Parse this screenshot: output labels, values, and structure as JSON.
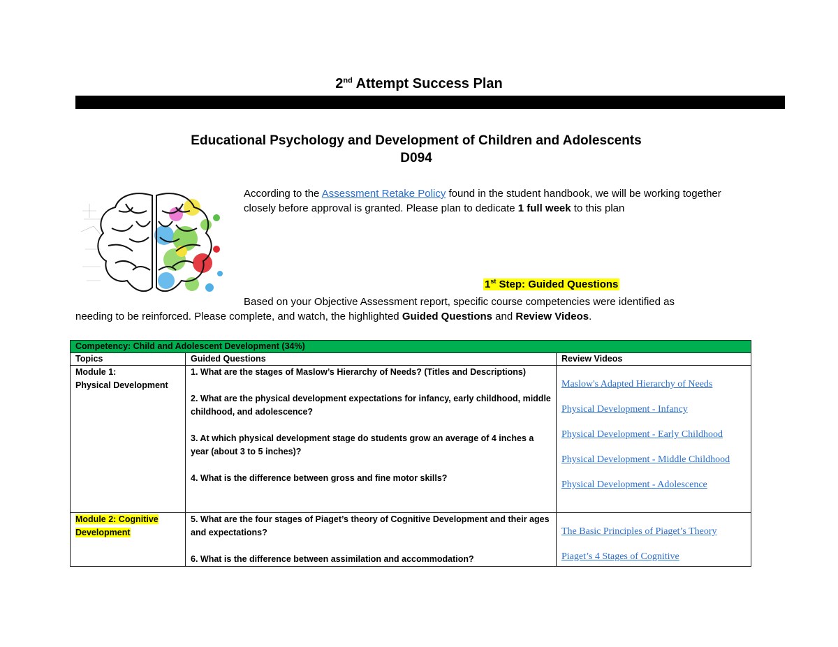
{
  "header": {
    "title_number": "2",
    "title_sup": "nd",
    "title_rest": " Attempt Success Plan",
    "course_name": "Educational Psychology and Development of Children and Adolescents",
    "course_code": "D094"
  },
  "image": {
    "alt": "Illustration of brain: left half line drawing with sketches, right half colorful paint splashes"
  },
  "intro": {
    "text_before_link": "According to the ",
    "link_text": "Assessment Retake Policy",
    "text_after_link": " found in the student handbook, we will be working together closely before approval is granted. Please plan to dedicate ",
    "bold_text": "1 full week",
    "text_end": " to this plan"
  },
  "step": {
    "number": "1",
    "sup": "st",
    "label": " Step: Guided Questions"
  },
  "instructions": {
    "line1": "Based on your Objective Assessment report, specific course competencies were identified as",
    "line2_before": "needing to be reinforced. Please complete, and watch, the highlighted ",
    "bold1": "Guided Questions",
    "and": " and ",
    "bold2": "Review Videos",
    "end": "."
  },
  "table": {
    "competency": "Competency: Child and Adolescent Development (34%)",
    "competency_color": "#00b050",
    "columns": [
      "Topics",
      "Guided Questions",
      "Review Videos"
    ],
    "rows": [
      {
        "topic_line1": "Module 1:",
        "topic_line2": "Physical Development",
        "highlighted": false,
        "questions": [
          "1. What are the stages of Maslow’s Hierarchy of Needs? (Titles and Descriptions)",
          "2. What are the physical development expectations for infancy, early childhood, middle childhood, and adolescence?",
          "3. At which physical development stage do students grow an average of 4 inches a year (about 3 to 5 inches)?",
          "4. What is the difference between gross and fine motor skills?"
        ],
        "videos": [
          "Maslow's Adapted Hierarchy of Needs",
          "Physical Development - Infancy",
          "Physical Development - Early Childhood",
          "Physical Development - Middle Childhood",
          "Physical Development - Adolescence"
        ]
      },
      {
        "topic_line1": "Module 2: Cognitive",
        "topic_line2": "Development",
        "highlighted": true,
        "questions": [
          "5. What are the four stages of Piaget’s theory of Cognitive Development and their ages and expectations?",
          "6. What is the difference between assimilation and accommodation?"
        ],
        "videos": [
          "The Basic Principles of Piaget’s Theory",
          "Piaget’s 4 Stages of Cognitive "
        ]
      }
    ]
  },
  "colors": {
    "link": "#2b6fcf",
    "highlight": "#ffff00",
    "bar": "#000000"
  }
}
